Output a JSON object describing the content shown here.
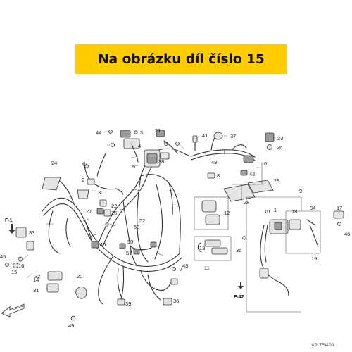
{
  "banner": {
    "text": "Na obrázku díl číslo 15"
  },
  "refs": {
    "f1": "F-1",
    "f42": "F-42"
  },
  "diagram_code": "K2L7F4100",
  "part_numbers": [
    "1",
    "2",
    "3",
    "4",
    "5",
    "6",
    "7",
    "8",
    "9",
    "10",
    "11",
    "12",
    "13",
    "14",
    "15",
    "16",
    "17",
    "18",
    "19",
    "20",
    "21",
    "22",
    "23",
    "24",
    "25",
    "26",
    "27",
    "28",
    "29",
    "30",
    "31",
    "32",
    "33",
    "34",
    "35",
    "36",
    "37",
    "38",
    "39",
    "40",
    "41",
    "42",
    "43",
    "44",
    "45",
    "46",
    "47",
    "48",
    "49",
    "50",
    "51",
    "52",
    "53"
  ]
}
